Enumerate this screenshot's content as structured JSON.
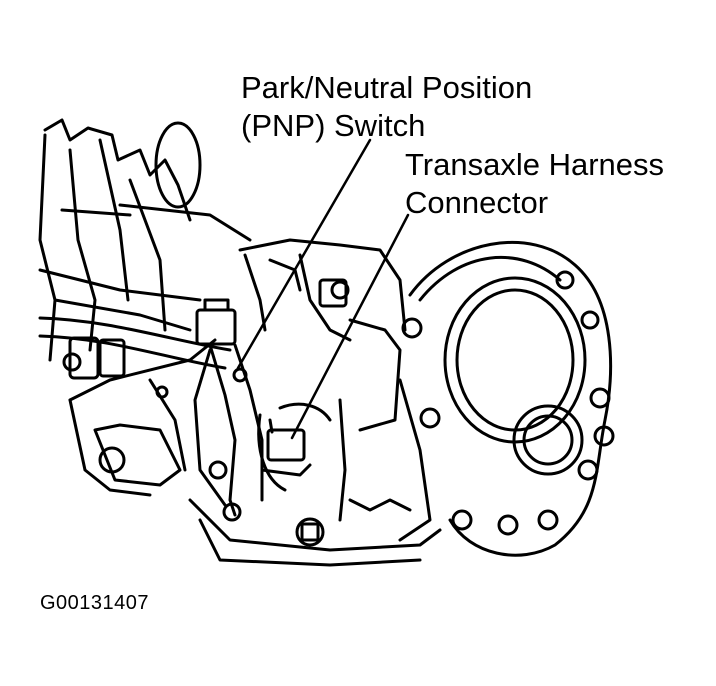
{
  "labels": {
    "pnp_switch_line1": "Park/Neutral Position",
    "pnp_switch_line2": "(PNP) Switch",
    "harness_line1": "Transaxle Harness",
    "harness_line2": "Connector"
  },
  "figure_code": "G00131407",
  "colors": {
    "ink": "#000000",
    "paper": "#ffffff"
  }
}
